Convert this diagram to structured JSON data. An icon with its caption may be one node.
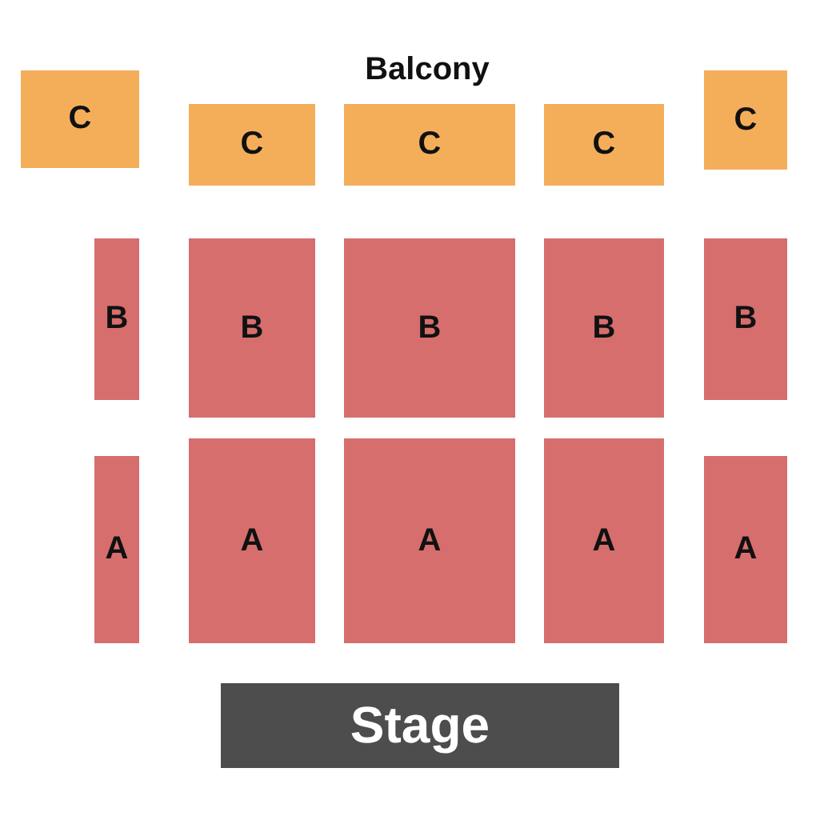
{
  "diagram": {
    "nodes": [
      {
        "text": [
          "C"
        ]
      },
      {
        "text": [
          "C"
        ]
      },
      {
        "text": [
          "C"
        ]
      },
      {
        "text": [
          "C"
        ]
      },
      {
        "text": [
          "C"
        ]
      },
      {
        "text": [
          "B"
        ]
      },
      {
        "text": [
          "B"
        ]
      },
      {
        "text": [
          "B"
        ]
      },
      {
        "text": [
          "B"
        ]
      },
      {
        "text": [
          "B"
        ]
      },
      {
        "text": [
          "A"
        ]
      },
      {
        "text": [
          "A"
        ]
      },
      {
        "text": [
          "A"
        ]
      },
      {
        "text": [
          "A"
        ]
      },
      {
        "text": [
          "A"
        ]
      },
      {
        "text": [
          "Stage"
        ]
      }
    ],
    "labels": [
      "Balcony"
    ]
  }
}
